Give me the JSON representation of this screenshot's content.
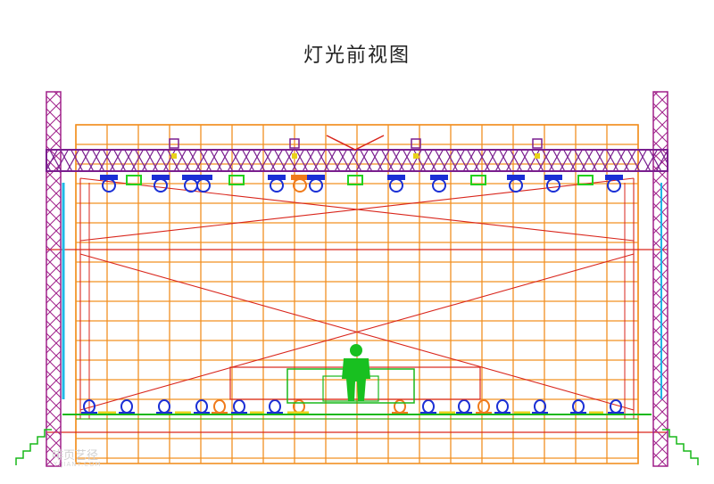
{
  "diagram": {
    "title": "灯光前视图",
    "watermark": "啡页艺径",
    "watermark_sub": "YIJIANT.COM",
    "colors": {
      "scaffold": "#f29022",
      "tower": "#a0208a",
      "truss": "#7a1f8f",
      "brace": "#d9261c",
      "fixture_blue": "#1a2fd6",
      "fixture_green": "#22d11e",
      "fixture_orange": "#f07a1a",
      "fixture_yellow": "#e8d21a",
      "side_cyan": "#1fb8e6",
      "stage_green": "#18b81a",
      "figure": "#18c020"
    },
    "icons": {
      "top_fixture": "moving-head-icon",
      "floor_fixture": "floor-moving-head-icon",
      "figure": "performer-icon"
    }
  }
}
